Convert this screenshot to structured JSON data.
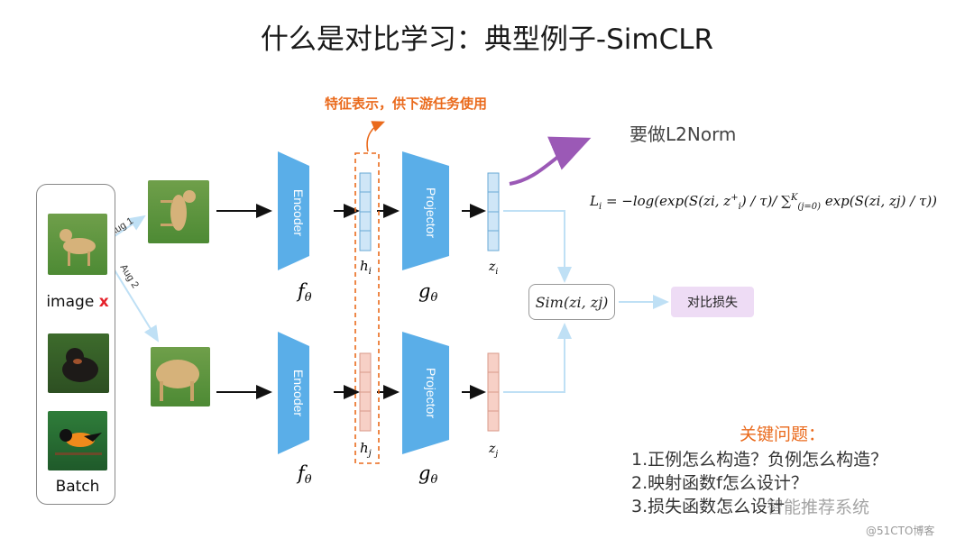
{
  "title": "什么是对比学习：典型例子-SimCLR",
  "feature_note": "特征表示，供下游任务使用",
  "l2norm_note": "要做L2Norm",
  "formula": {
    "lhs": "L",
    "lhs_sub": "i",
    "body": "= −log(exp(S(z",
    "rest": "i, z",
    "zplus_sup": "+",
    "zplus_sub": "i",
    "after": ") / τ)/ ∑",
    "sum_sup": "K",
    "sum_sub": "(j=0)",
    "tail": " exp(S(z",
    "tail2": "i, z",
    "tail3": "j) / τ))"
  },
  "batch": {
    "image_label": "image",
    "image_marker": "x",
    "batch_label": "Batch"
  },
  "aug_labels": [
    "Aug 1",
    "Aug 2"
  ],
  "encoder_label": "Encoder",
  "projector_label": "Projector",
  "symbols": {
    "f": "f",
    "f_sub": "θ",
    "g": "g",
    "g_sub": "θ",
    "hi": "h",
    "hi_sub": "i",
    "hj": "h",
    "hj_sub": "j",
    "zi": "z",
    "zi_sub": "i",
    "zj": "z",
    "zj_sub": "j"
  },
  "sim_label": "Sim(zi, zj)",
  "loss_label": "对比损失",
  "key_questions": {
    "title": "关键问题：",
    "items": [
      "1.正例怎么构造？负例怎么构造？",
      "2.映射函数f怎么设计？",
      "3.损失函数怎么设计"
    ]
  },
  "watermarks": [
    "智能推荐系统",
    "@51CTO博客"
  ],
  "colors": {
    "block_blue": "#5aaee8",
    "vec_blue": "#cfe6f7",
    "vec_pink": "#f7d0c6",
    "orange": "#ea6a1c",
    "purple": "#9b59b6",
    "loss_bg": "#eedcf5"
  }
}
